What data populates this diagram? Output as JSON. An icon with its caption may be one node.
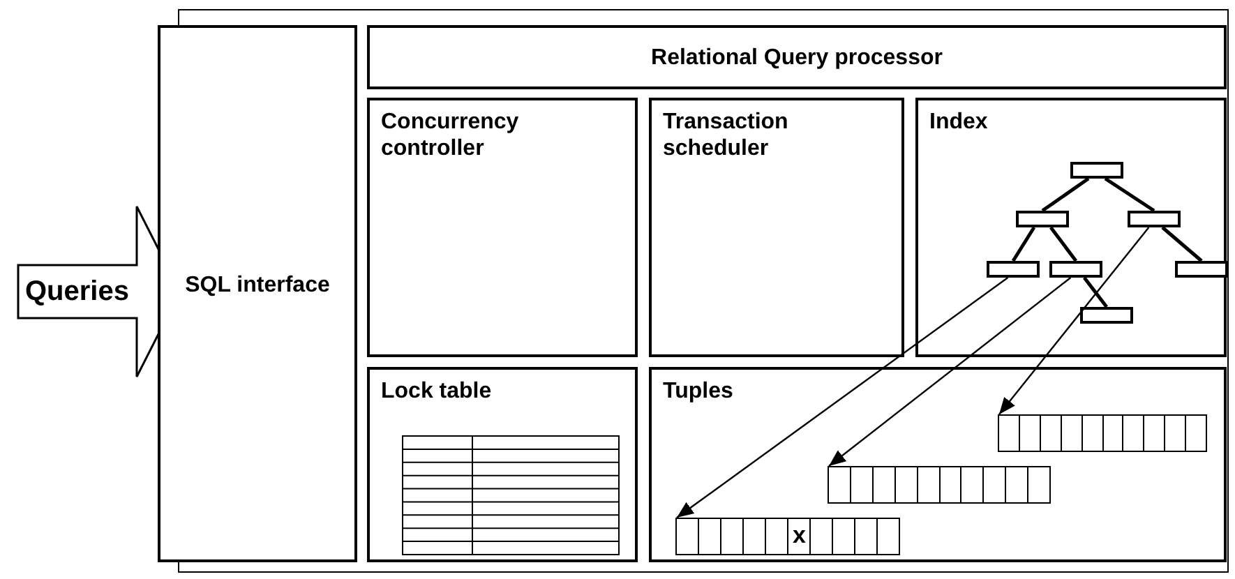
{
  "diagram": {
    "nodes": [
      {
        "text": [
          "Queries"
        ]
      },
      {
        "text": [
          "SQL interface"
        ]
      },
      {
        "text": [
          "Relational Query processor"
        ]
      },
      {
        "text": [
          "Concurrency controller"
        ]
      },
      {
        "text": [
          "Transaction scheduler"
        ]
      },
      {
        "text": [
          "Index"
        ]
      },
      {
        "text": [],
        "shape": "box",
        "in": 5
      },
      {
        "text": [],
        "shape": "box",
        "in": 5
      },
      {
        "text": [],
        "shape": "box",
        "in": 5
      },
      {
        "text": [],
        "shape": "box",
        "in": 5
      },
      {
        "text": [],
        "shape": "box",
        "in": 5
      },
      {
        "text": [],
        "shape": "box",
        "in": 5
      },
      {
        "text": [],
        "shape": "box",
        "in": 5
      },
      {
        "text": [
          "Lock table"
        ]
      },
      {
        "text": [
          "Tuples"
        ]
      },
      {
        "text": [],
        "shape": "bar",
        "in": 14
      },
      {
        "text": [],
        "shape": "bar",
        "in": 14
      },
      {
        "text": [],
        "shape": "bar",
        "in": 14
      }
    ],
    "edges": [
      {
        "from": 6,
        "to": 7,
        "arrow": "none"
      },
      {
        "from": 6,
        "to": 8,
        "arrow": "none"
      },
      {
        "from": 7,
        "to": 9,
        "arrow": "none"
      },
      {
        "from": 7,
        "to": 10,
        "arrow": "none"
      },
      {
        "from": 8,
        "to": 11,
        "arrow": "none"
      },
      {
        "from": 10,
        "to": 12,
        "arrow": "none"
      },
      {
        "from": 9,
        "to": 17,
        "arrow": "to"
      },
      {
        "from": 10,
        "to": 16,
        "arrow": "to"
      },
      {
        "from": 8,
        "to": 15,
        "arrow": "to"
      }
    ],
    "labels": [
      "x"
    ]
  }
}
